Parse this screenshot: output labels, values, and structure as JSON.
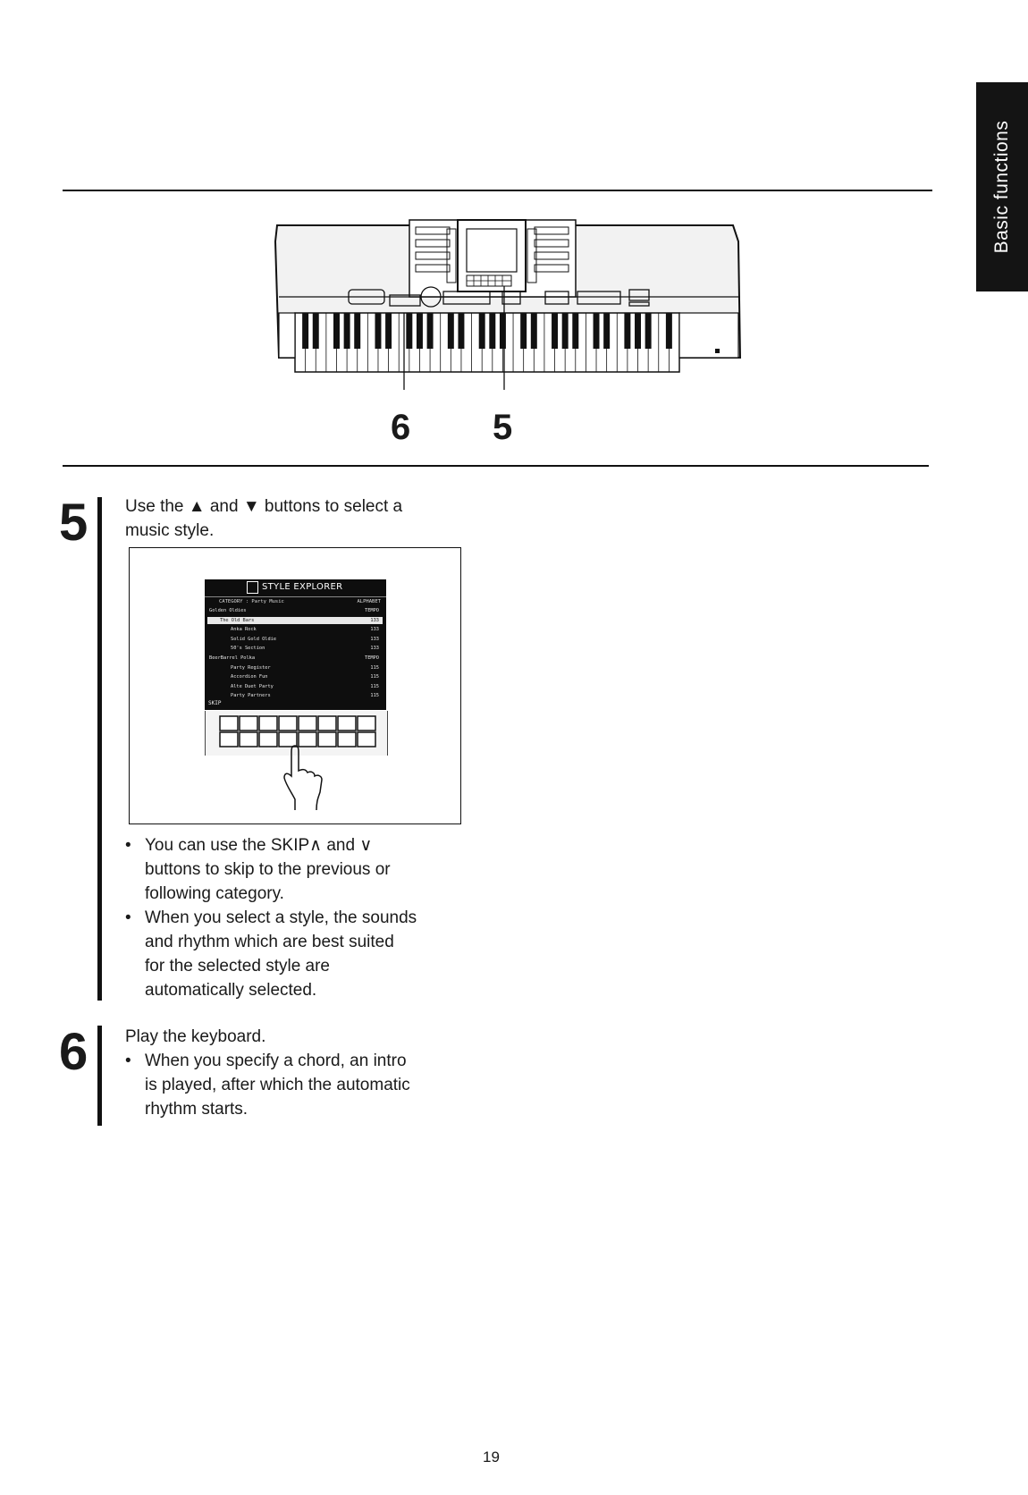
{
  "side_tab": {
    "label": "Basic functions"
  },
  "callouts": {
    "left": "6",
    "right": "5"
  },
  "step5": {
    "number": "5",
    "line1": "Use the ▲ and ▼ buttons to select a",
    "line2": "music style.",
    "bullets": [
      [
        "You can use the SKIP∧ and ∨",
        "buttons to skip to the previous or",
        "following category."
      ],
      [
        "When you select a style, the sounds",
        "and rhythm which are best suited",
        "for the selected style are",
        "automatically selected."
      ]
    ]
  },
  "step6": {
    "number": "6",
    "line1": "Play the keyboard.",
    "bullets": [
      [
        "When you specify a chord, an intro",
        "is played, after which the automatic",
        "rhythm starts."
      ]
    ]
  },
  "screen": {
    "title": "STYLE EXPLORER",
    "category_label": "CATEGORY : Party Music",
    "mode_label": "ALPHABET",
    "skip_label": "SKIP",
    "rows": [
      {
        "name": "Golden Oldies",
        "tempo": "TEMPO",
        "indent": 0,
        "highlight": false
      },
      {
        "name": "The Old Bars",
        "tempo": "133",
        "indent": 1,
        "highlight": true
      },
      {
        "name": "Anka Rock",
        "tempo": "133",
        "indent": 2,
        "highlight": false
      },
      {
        "name": "Solid Gold Oldie",
        "tempo": "133",
        "indent": 2,
        "highlight": false
      },
      {
        "name": "50's Section",
        "tempo": "133",
        "indent": 2,
        "highlight": false
      },
      {
        "name": "BeerBarrel Polka",
        "tempo": "TEMPO",
        "indent": 0,
        "highlight": false
      },
      {
        "name": "Party Register",
        "tempo": "115",
        "indent": 2,
        "highlight": false
      },
      {
        "name": "Accordion Fun",
        "tempo": "115",
        "indent": 2,
        "highlight": false
      },
      {
        "name": "Alte Duet Party",
        "tempo": "115",
        "indent": 2,
        "highlight": false
      },
      {
        "name": "Party Partners",
        "tempo": "115",
        "indent": 2,
        "highlight": false
      }
    ]
  },
  "page_number": "19"
}
